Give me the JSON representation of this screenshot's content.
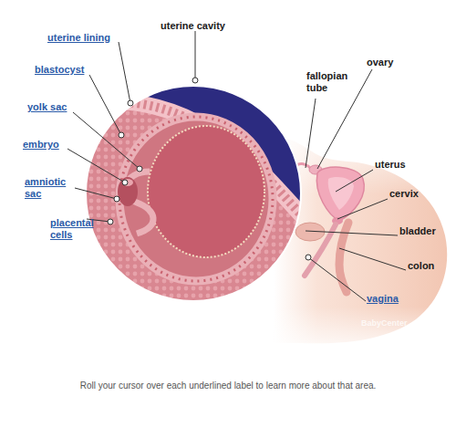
{
  "diagram": {
    "caption": "Roll your cursor over each underlined label to learn more about that area.",
    "labels": [
      "uterine cavity",
      "uterine lining",
      "blastocyst",
      "yolk sac",
      "embryo",
      "amniotic sac",
      "placental cells",
      "fallopian tube",
      "ovary",
      "uterus",
      "cervix",
      "bladder",
      "colon",
      "vagina",
      "BabyCenter"
    ]
  }
}
